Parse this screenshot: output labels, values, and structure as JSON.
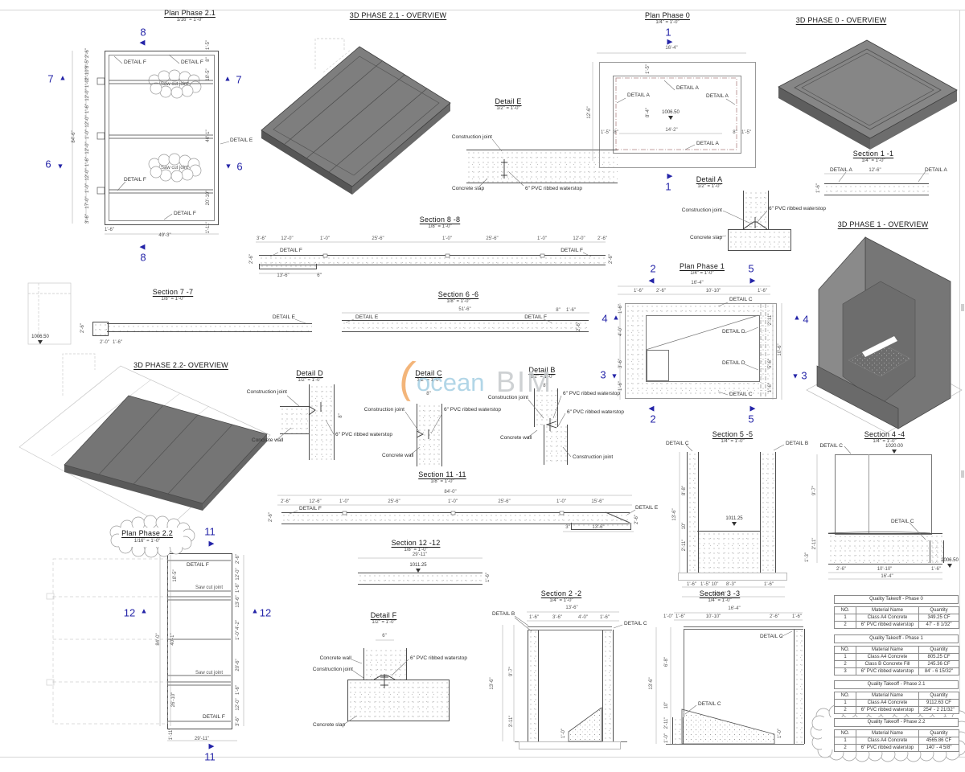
{
  "colors": {
    "marker_blue": "#2424a8",
    "solid_gray": "#7a7a7a",
    "wm_orange": "#f2a963",
    "wm_blue": "#a5cfe3",
    "wm_gray": "#c6cacc"
  },
  "watermark": {
    "paren": "(",
    "word1": "ocean",
    "word2": "BIM"
  },
  "markers": {
    "n1": "1",
    "n2": "2",
    "n3": "3",
    "n4": "4",
    "n5": "5",
    "n6": "6",
    "n7": "7",
    "n8": "8",
    "n11": "11",
    "n12": "12"
  },
  "spots": {
    "e1006": "1006.50",
    "e1011": "1011.25",
    "e1020": "1020.00"
  },
  "labels": {
    "detail_a": "DETAIL A",
    "detail_b": "DETAIL B",
    "detail_c": "DETAIL C",
    "detail_d": "DETAIL D",
    "detail_e": "DETAIL E",
    "detail_f": "DETAIL F",
    "saw_cut": "Saw cut joint",
    "construction_joint": "Construction joint",
    "concrete_wall": "Concrete wall",
    "concrete_slab": "Concrete slap",
    "waterstop": "6\" PVC ribbed waterstop"
  },
  "views": {
    "plan21": {
      "title": "Plan Phase 2.1",
      "scale": "1/16\" = 1'-0\""
    },
    "ov21": {
      "title": "3D PHASE 2.1 - OVERVIEW"
    },
    "plan0": {
      "title": "Plan Phase 0",
      "scale": "1/4\" = 1'-0\""
    },
    "ov0": {
      "title": "3D PHASE 0 - OVERVIEW"
    },
    "s11": {
      "title": "Section 1 -1",
      "scale": "1/4\" = 1'-0\""
    },
    "da": {
      "title": "Detail A",
      "scale": "1/2\" = 1'-0\""
    },
    "de": {
      "title": "Detail E",
      "scale": "1/2\" = 1'-0\""
    },
    "s88": {
      "title": "Section 8 -8",
      "scale": "1/8\" = 1'-0\""
    },
    "s77": {
      "title": "Section 7 -7",
      "scale": "1/8\" = 1'-0\""
    },
    "s66": {
      "title": "Section 6 -6",
      "scale": "1/8\" = 1'-0\""
    },
    "plan1": {
      "title": "Plan Phase 1",
      "scale": "1/4\" = 1'-0\""
    },
    "ov1": {
      "title": "3D PHASE 1 - OVERVIEW"
    },
    "ov22": {
      "title": "3D PHASE 2.2- OVERVIEW"
    },
    "dd": {
      "title": "Detail D",
      "scale": "1/2\" = 1'-0\""
    },
    "dc": {
      "title": "Detail C",
      "scale": "1/2\" = 1'-0\""
    },
    "db": {
      "title": "Detail B",
      "scale": "1/2\" = 1'-0\""
    },
    "s1111": {
      "title": "Section 11 -11",
      "scale": "1/8\" = 1'-0\""
    },
    "s1212": {
      "title": "Section 12 -12",
      "scale": "1/8\" = 1'-0\""
    },
    "plan22": {
      "title": "Plan Phase 2.2",
      "scale": "1/16\" = 1'-0\""
    },
    "df": {
      "title": "Detail F",
      "scale": "1/2\" = 1'-0\""
    },
    "s22": {
      "title": "Section 2 -2",
      "scale": "1/4\" = 1'-0\""
    },
    "s33": {
      "title": "Section 3 -3",
      "scale": "1/4\" = 1'-0\""
    },
    "s55": {
      "title": "Section 5 -5",
      "scale": "1/4\" = 1'-0\""
    },
    "s44": {
      "title": "Section 4 -4",
      "scale": "1/4\" = 1'-0\""
    }
  },
  "dims": {
    "d49_3": "49'-3\"",
    "d84_6": "84'-6\"",
    "d84_0": "84'-0\"",
    "d1_6": "1'-6\"",
    "d2_6": "2'-6\"",
    "d8_5": "8'-5\"",
    "d2_10": "2'-10\"",
    "d1_0": "1'-0\"",
    "d12_0": "12'-0\"",
    "d17_0": "17'-0\"",
    "d3_6": "3'-6\"",
    "d18_5": "18'-5\"",
    "d40_1": "40'-1\"",
    "d20_10": "20'-10\"",
    "d1_11": "1'-11\"",
    "d1_5": "1'-5\"",
    "d8in": "8\"",
    "d16_4": "16'-4\"",
    "d12_6": "12'-6\"",
    "d14_2": "14'-2\"",
    "d8_4": "8'-4\"",
    "d25_6": "25'-6\"",
    "d13_6": "13'-6\"",
    "d6in": "6\"",
    "d51_6": "51'-6\"",
    "d2_0": "2'-0\"",
    "d10_10": "10'-10\"",
    "d2_11": "2'-11\"",
    "d10_6": "10'-6\"",
    "d5_6": "5'-6\"",
    "d4_0": "4'-0\"",
    "d15_6": "15'-6\"",
    "d29_11": "29'-11\"",
    "d26_10": "26'-10\"",
    "d4_2": "4'-2\"",
    "d20_6": "20'-6\"",
    "d3_11": "3'-11\"",
    "d9_7": "9'-7\"",
    "d6_8": "6'-8\"",
    "d10in": "10\"",
    "d8_3": "8'-3\"",
    "d8_8": "8'-8\"",
    "d1_3": "1'-3\"",
    "d3in": "3\""
  },
  "takeoff": {
    "headers": {
      "no": "NO.",
      "material": "Material Name",
      "qty": "Quantity"
    },
    "tables": [
      {
        "title": "Quality Takeoff - Phase 0",
        "rows": [
          [
            "1",
            "Class A4 Concrete",
            "349.25 CF"
          ],
          [
            "2",
            "6\" PVC ribbed waterstop",
            "47' - 8 1/32\""
          ]
        ]
      },
      {
        "title": "Quality Takeoff - Phase 1",
        "rows": [
          [
            "1",
            "Class A4 Concrete",
            "805.25 CF"
          ],
          [
            "2",
            "Class B Concrete Fill",
            "245.36 CF"
          ],
          [
            "3",
            "6\" PVC ribbed waterstop",
            "84' - 6 15/32\""
          ]
        ]
      },
      {
        "title": "Quality Takeoff - Phase 2.1",
        "rows": [
          [
            "1",
            "Class A4 Concrete",
            "9112.63 CF"
          ],
          [
            "2",
            "6\" PVC ribbed waterstop",
            "254' - 2 21/32\""
          ]
        ]
      },
      {
        "title": "Quality Takeoff - Phase 2.2",
        "rows": [
          [
            "1",
            "Class A4 Concrete",
            "4565.86 CF"
          ],
          [
            "2",
            "6\" PVC ribbed waterstop",
            "140' - 4 5/8\""
          ]
        ]
      }
    ]
  }
}
